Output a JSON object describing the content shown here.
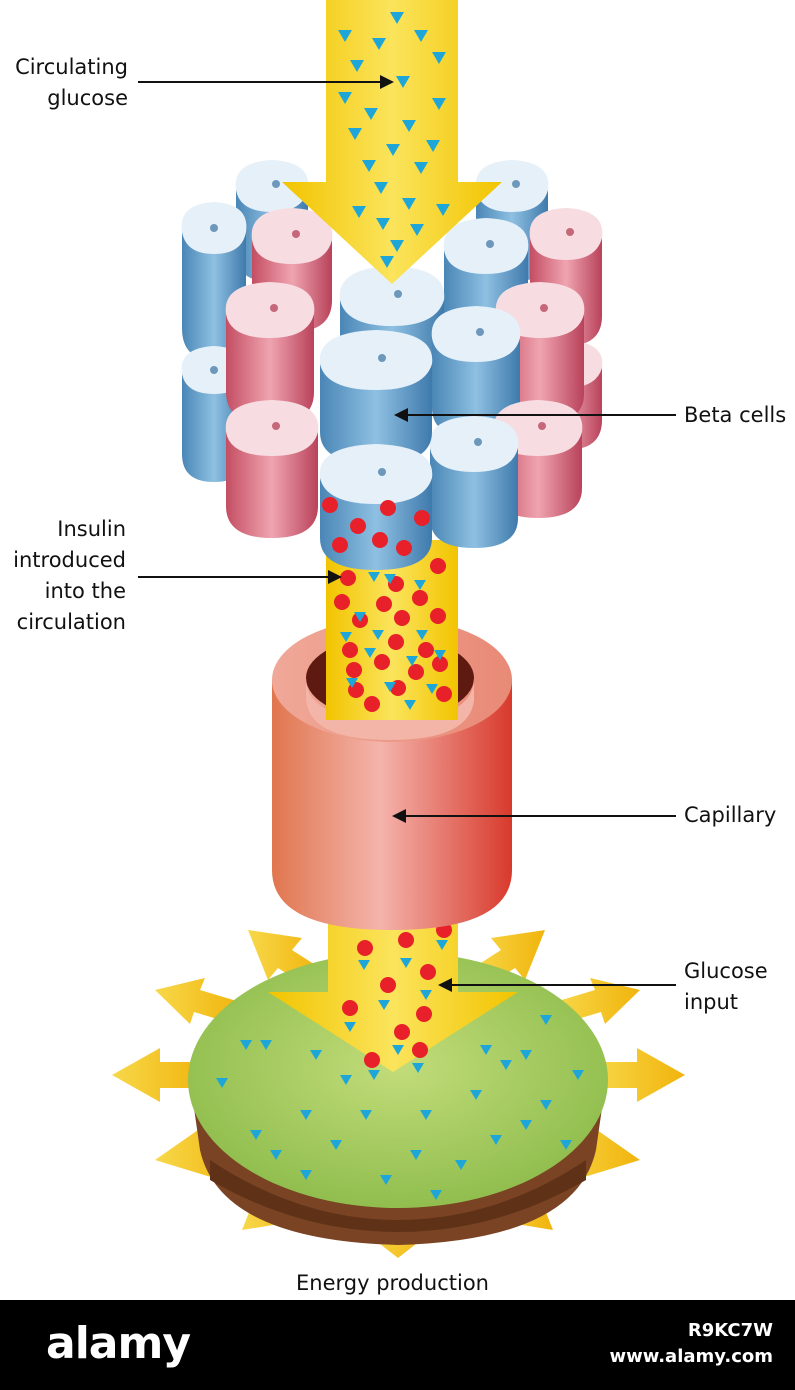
{
  "labels": {
    "circulating_glucose": [
      "Circulating",
      "glucose"
    ],
    "beta_cells": "Beta cells",
    "insulin": [
      "Insulin",
      "introduced",
      "into the",
      "circulation"
    ],
    "capillary": "Capillary",
    "glucose_input": [
      "Glucose",
      "input"
    ],
    "energy_production": "Energy production"
  },
  "watermark": {
    "brand": "alamy",
    "image_id": "R9KC7W",
    "url": "www.alamy.com"
  },
  "colors": {
    "glucose_stream": "#f7d21a",
    "glucose_marker": "#1ea6d8",
    "insulin_marker": "#e8202a",
    "beta_cell_blue": "#6aa6d0",
    "alpha_cell_pink": "#d8687a",
    "capillary": "#e07a60",
    "cell_top": "#9dc659",
    "cell_base": "#7a4424",
    "energy_arrows": "#f5c518"
  }
}
